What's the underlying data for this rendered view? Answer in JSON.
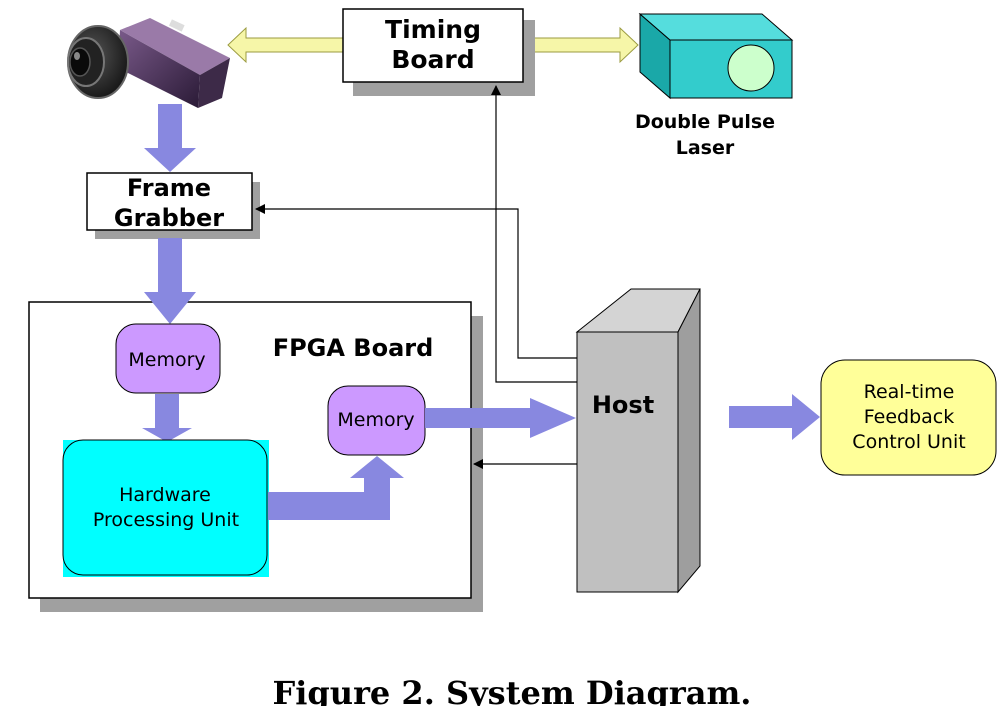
{
  "diagram": {
    "timing_board": {
      "line1": "Timing",
      "line2": "Board"
    },
    "laser": {
      "line1": "Double Pulse",
      "line2": "Laser"
    },
    "frame_grabber": {
      "line1": "Frame",
      "line2": "Grabber"
    },
    "fpga_board": {
      "label": "FPGA Board"
    },
    "memory_top": {
      "label": "Memory"
    },
    "memory_right": {
      "label": "Memory"
    },
    "hardware_unit": {
      "line1": "Hardware",
      "line2": "Processing Unit"
    },
    "host": {
      "label": "Host"
    },
    "feedback_unit": {
      "line1": "Real-time",
      "line2": "Feedback",
      "line3": "Control Unit"
    },
    "caption": "Figure 2.  System Diagram."
  },
  "colors": {
    "flow_arrow": "#8888e0",
    "signal_arrow": "#f6f6a8",
    "memory_fill": "#cc99ff",
    "hardware_fill": "#00ffff",
    "laser_fill": "#33cccc",
    "host_fill": "#c0c0c0",
    "feedback_fill": "#ffff99",
    "shadow": "#a0a0a0"
  }
}
